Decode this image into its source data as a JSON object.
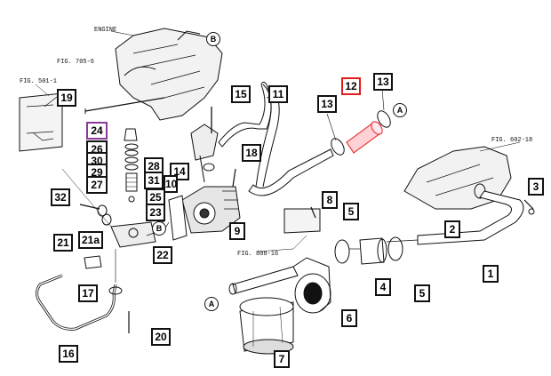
{
  "refs": {
    "engine": "ENGINE",
    "fig705": "FIG. 705-6",
    "fig501": "FIG. 501-1",
    "fig602": "FIG. 602-18",
    "fig808": "FIG. 808-16"
  },
  "markers": [
    "B",
    "A",
    "B",
    "A"
  ],
  "parts": {
    "1": "1",
    "2": "2",
    "3": "3",
    "4": "4",
    "5": "5",
    "6": "6",
    "7": "7",
    "8": "8",
    "9": "9",
    "10": "10",
    "11": "11",
    "12": "12",
    "13": "13",
    "14": "14",
    "15": "15",
    "16": "16",
    "17": "17",
    "18": "18",
    "19": "19",
    "20": "20",
    "21": "21",
    "21a": "21a",
    "22": "22",
    "23": "23",
    "24": "24",
    "25": "25",
    "26": "26",
    "27": "27",
    "28": "28",
    "29": "29",
    "30": "30",
    "31": "31",
    "32": "32"
  },
  "highlight_colors": {
    "part_12": "#e31b1b",
    "part_24": "#8a3a9a"
  }
}
